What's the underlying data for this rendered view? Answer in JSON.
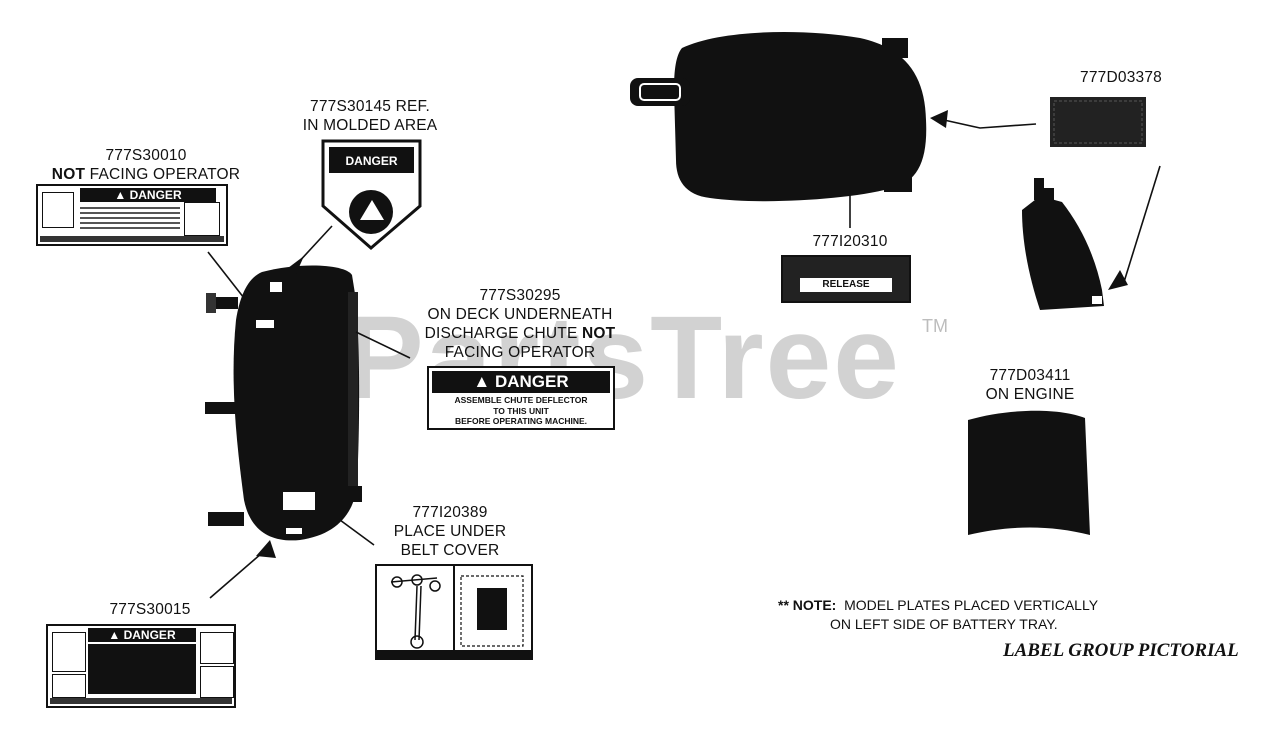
{
  "watermark": {
    "text": "PartsTree",
    "trademark": "TM"
  },
  "callouts": {
    "c1": {
      "part": "777S30145 REF.",
      "note": "IN MOLDED AREA"
    },
    "c2": {
      "part": "777S30010",
      "note_bold": "NOT",
      "note_rest": " FACING OPERATOR"
    },
    "c3": {
      "part": "777S30295",
      "line1": "ON DECK UNDERNEATH",
      "line2_pre": "DISCHARGE CHUTE ",
      "line2_bold": "NOT",
      "line3": "FACING OPERATOR"
    },
    "c4": {
      "part": "777I20389",
      "line1": "PLACE UNDER",
      "line2": "BELT COVER"
    },
    "c5": {
      "part": "777S30015"
    },
    "c6": {
      "part": "777I20310"
    },
    "c7": {
      "part": "777D03378"
    },
    "c8": {
      "part": "777D03411",
      "note": "ON ENGINE"
    }
  },
  "decals": {
    "danger_word": "▲ DANGER",
    "chute_line1": "ASSEMBLE CHUTE DEFLECTOR",
    "chute_line2": "TO THIS UNIT",
    "chute_line3": "BEFORE OPERATING MACHINE.",
    "molded_word": "DANGER",
    "release_word": "RELEASE"
  },
  "note": {
    "prefix": "** NOTE:",
    "line1": "MODEL PLATES PLACED VERTICALLY",
    "line2": "ON LEFT SIDE OF BATTERY TRAY."
  },
  "footer": {
    "title": "LABEL GROUP PICTORIAL"
  }
}
